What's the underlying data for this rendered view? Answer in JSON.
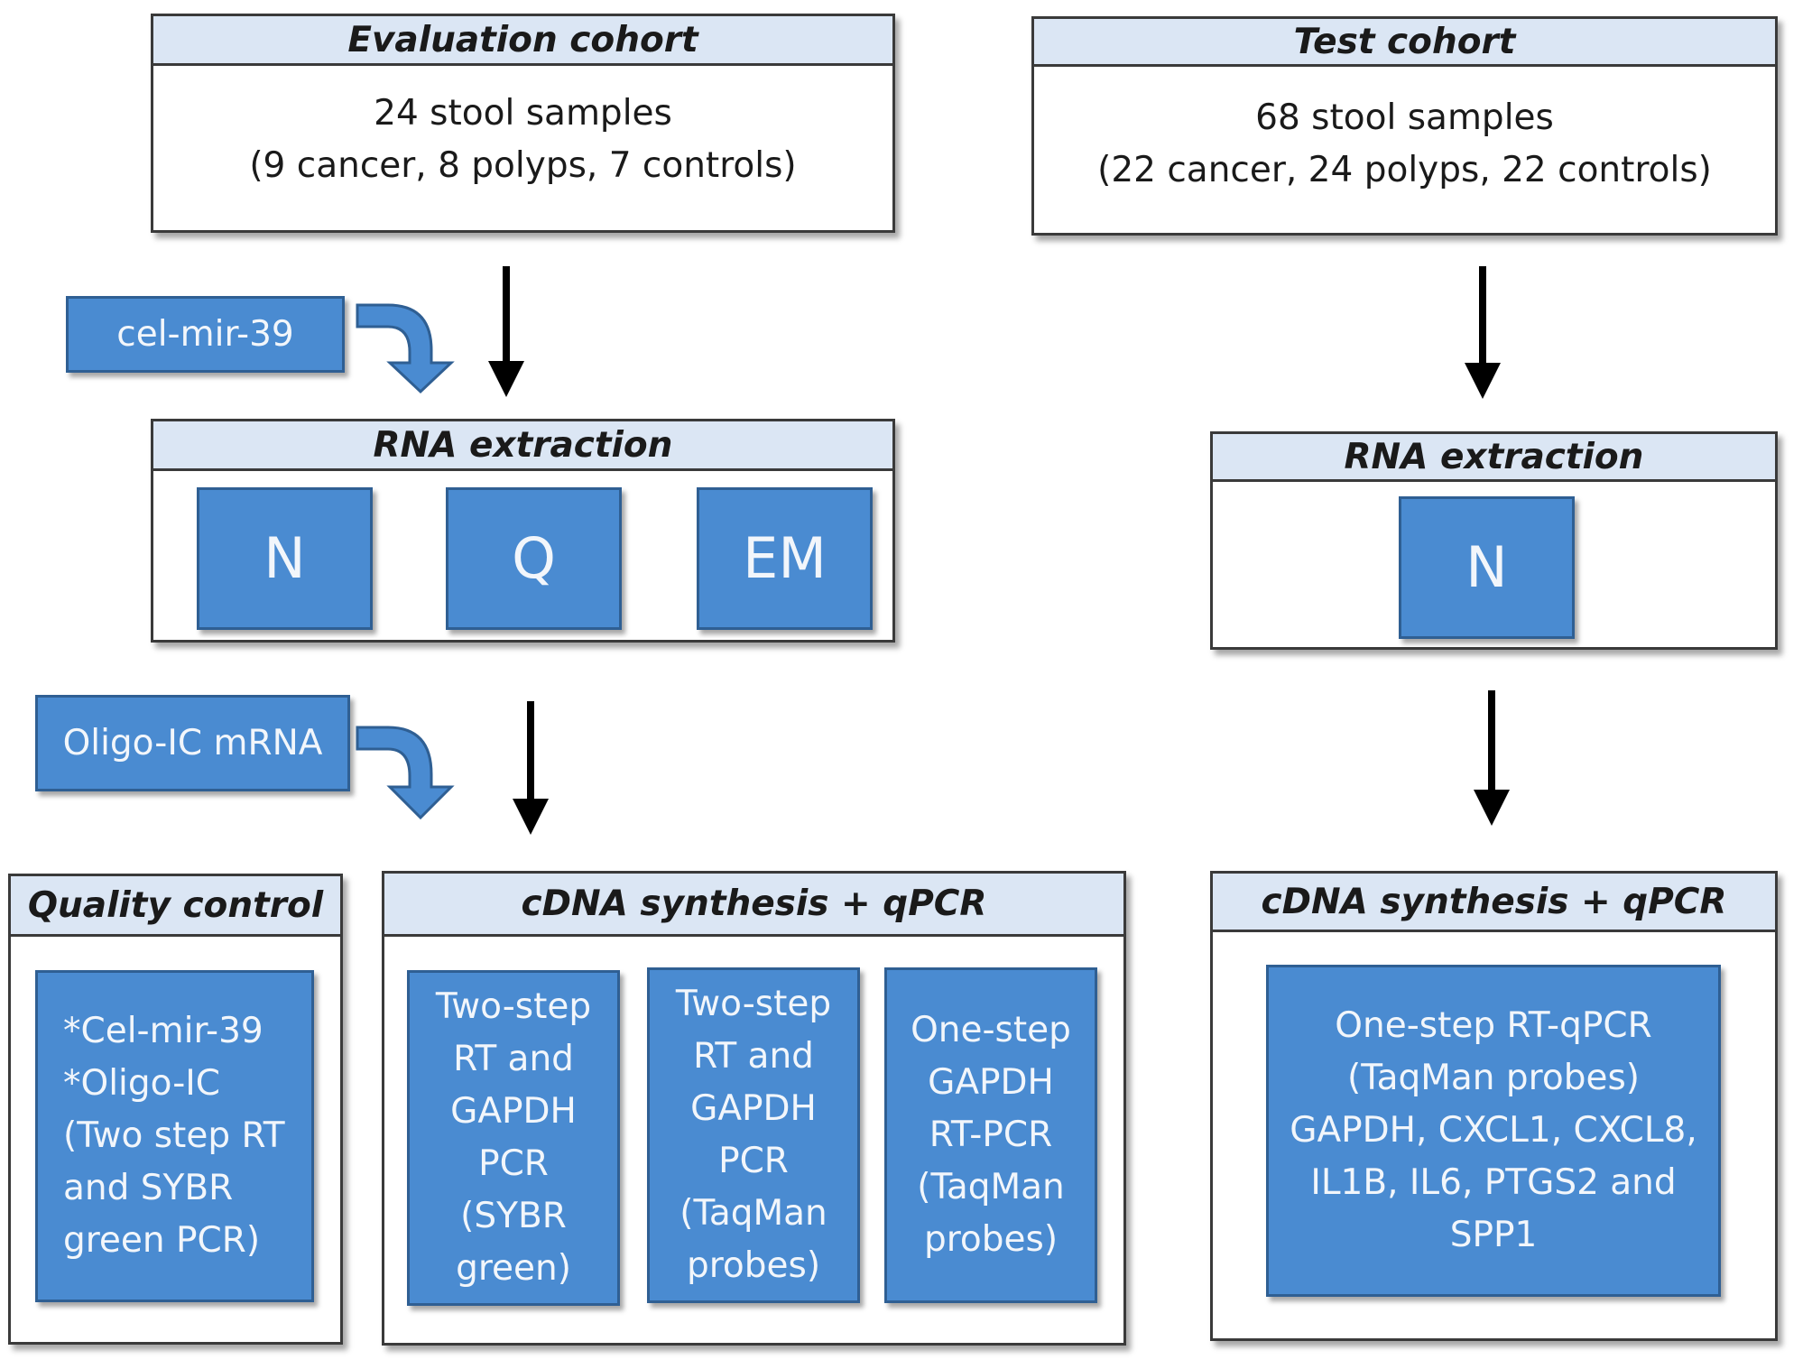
{
  "evaluation": {
    "header": "Evaluation cohort",
    "line1": "24 stool samples",
    "line2": "(9 cancer, 8 polyps, 7 controls)",
    "spike1": "cel-mir-39",
    "rna_header": "RNA extraction",
    "methods": [
      "N",
      "Q",
      "EM"
    ],
    "spike2": "Oligo-IC mRNA",
    "qc_header": "Quality control",
    "qc_text": "*Cel-mir-39\n*Oligo-IC\n(Two step RT\nand SYBR\ngreen PCR)",
    "cdna_header": "cDNA synthesis + qPCR",
    "cdna_boxes": [
      "Two-step\nRT and\nGAPDH\nPCR\n(SYBR\ngreen)",
      "Two-step\nRT and\nGAPDH\nPCR\n(TaqMan\nprobes)",
      "One-step\nGAPDH\nRT-PCR\n(TaqMan\nprobes)"
    ]
  },
  "test": {
    "header": "Test cohort",
    "line1": "68 stool samples",
    "line2": "(22 cancer, 24 polyps, 22 controls)",
    "rna_header": "RNA extraction",
    "method": "N",
    "cdna_header": "cDNA synthesis + qPCR",
    "cdna_text": "One-step RT-qPCR\n(TaqMan probes)\nGAPDH, CXCL1, CXCL8,\nIL1B, IL6, PTGS2 and\nSPP1"
  }
}
